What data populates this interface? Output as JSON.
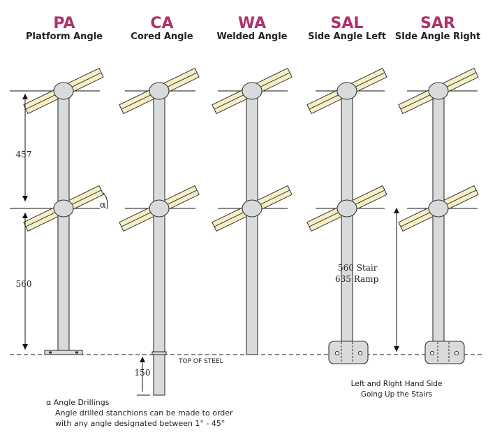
{
  "posts": [
    {
      "code": "PA",
      "name": "Platform Angle"
    },
    {
      "code": "CA",
      "name": "Cored Angle"
    },
    {
      "code": "WA",
      "name": "Welded Angle"
    },
    {
      "code": "SAL",
      "name": "Side Angle Left"
    },
    {
      "code": "SAR",
      "name": "SIde Angle Right"
    }
  ],
  "dimensions": {
    "upper": "457",
    "lower": "560",
    "below_steel": "150",
    "stair": "560 Stair",
    "ramp": "635 Ramp",
    "alpha": "α"
  },
  "labels": {
    "top_of_steel": "TOP OF STEEL",
    "side_note_line1": "Left and Right Hand Side",
    "side_note_line2": "Going Up the Stairs"
  },
  "footnote": {
    "title": "α Angle Drillings",
    "line1": "Angle drilled stanchions can be made to order",
    "line2": "with any angle designated between 1° - 45°"
  }
}
